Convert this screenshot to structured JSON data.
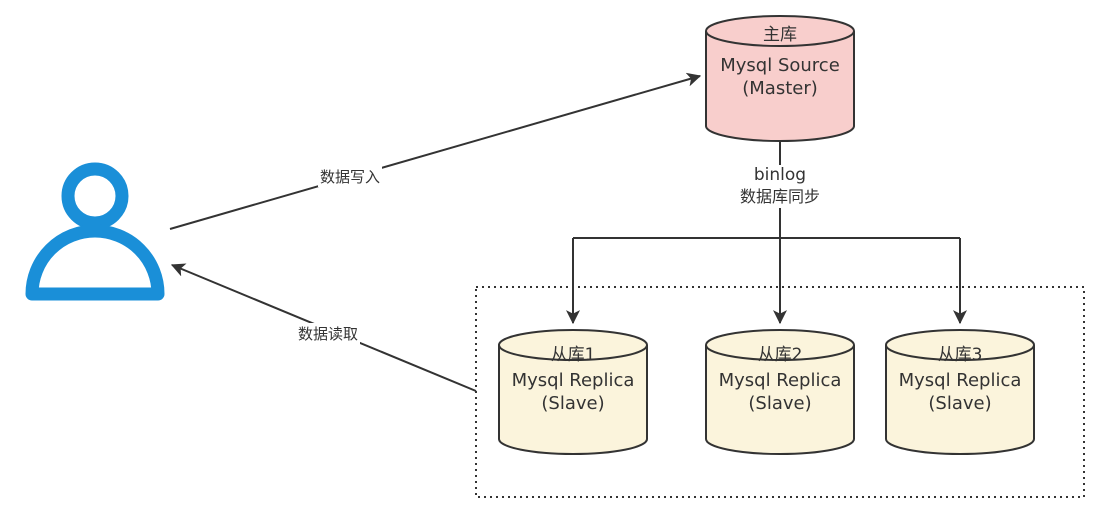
{
  "colors": {
    "user_icon": "#1a8fd8",
    "master_fill": "#f8cecc",
    "replica_fill": "#fbf4dc",
    "stroke": "#333333",
    "text": "#333333"
  },
  "user": {
    "icon": "user-icon"
  },
  "edges": {
    "write_label": "数据写入",
    "read_label": "数据读取",
    "sync_label_line1": "binlog",
    "sync_label_line2": "数据库同步"
  },
  "master": {
    "title": "主库",
    "line1": "Mysql Source",
    "line2": "(Master)"
  },
  "replicas": [
    {
      "title": "从库1",
      "line1": "Mysql Replica",
      "line2": "(Slave)"
    },
    {
      "title": "从库2",
      "line1": "Mysql Replica",
      "line2": "(Slave)"
    },
    {
      "title": "从库3",
      "line1": "Mysql Replica",
      "line2": "(Slave)"
    }
  ]
}
